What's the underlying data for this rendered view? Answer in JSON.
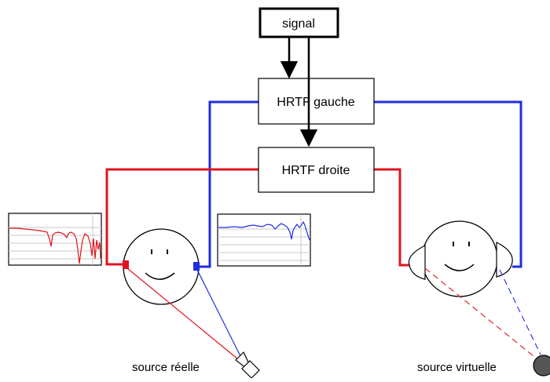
{
  "blocks": {
    "signal": "signal",
    "hrtf_left": "HRTF gauche",
    "hrtf_right": "HRTF droite"
  },
  "labels": {
    "real_source": "source réelle",
    "virtual_source": "source virtuelle"
  },
  "colors": {
    "left_channel": "#1f2ee0",
    "right_channel": "#e0141e",
    "outline": "#000000",
    "plot_grid": "#c8c8c8"
  },
  "icons": {
    "real_source": "loudspeaker-icon",
    "virtual_source": "virtual-source-disc-icon",
    "left_plot": "frequency-response-plot",
    "right_plot": "frequency-response-plot"
  }
}
